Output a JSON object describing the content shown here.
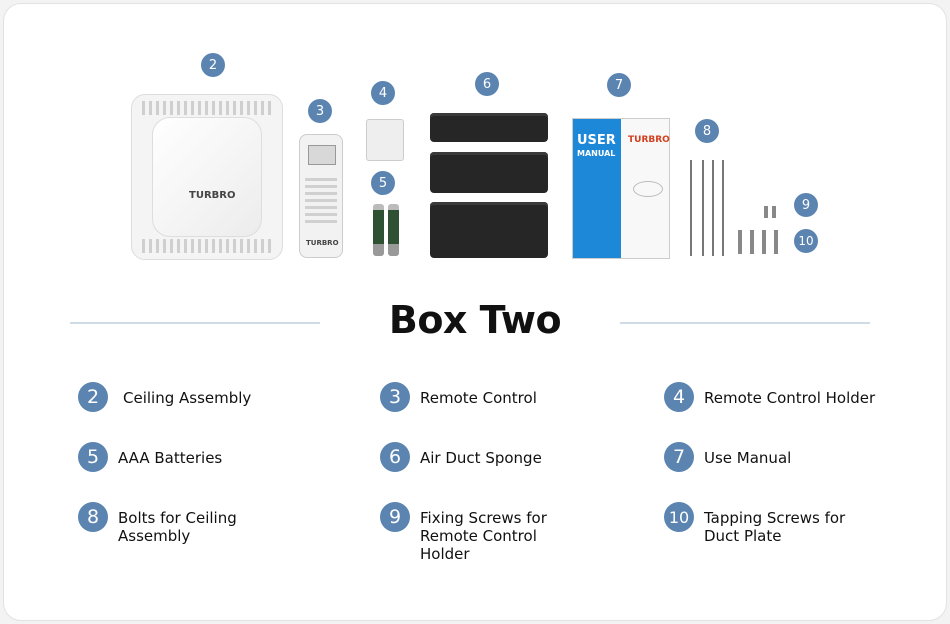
{
  "title": "Box Two",
  "accent_color": "#5b84b1",
  "brand_logo": "TURBRO",
  "manual_cover": {
    "line1": "USER",
    "line2": "MANUAL",
    "brand": "TURBRO"
  },
  "image_badges": [
    "2",
    "3",
    "4",
    "5",
    "6",
    "7",
    "8",
    "9",
    "10"
  ],
  "items": [
    {
      "number": "2",
      "label": "Ceiling Assembly"
    },
    {
      "number": "3",
      "label": "Remote Control"
    },
    {
      "number": "4",
      "label": "Remote Control Holder"
    },
    {
      "number": "5",
      "label": "AAA Batteries"
    },
    {
      "number": "6",
      "label": "Air Duct Sponge"
    },
    {
      "number": "7",
      "label": "Use Manual"
    },
    {
      "number": "8",
      "label": "Bolts for Ceiling Assembly"
    },
    {
      "number": "9",
      "label": "Fixing Screws for Remote Control Holder"
    },
    {
      "number": "10",
      "label": "Tapping Screws for Duct Plate"
    }
  ]
}
